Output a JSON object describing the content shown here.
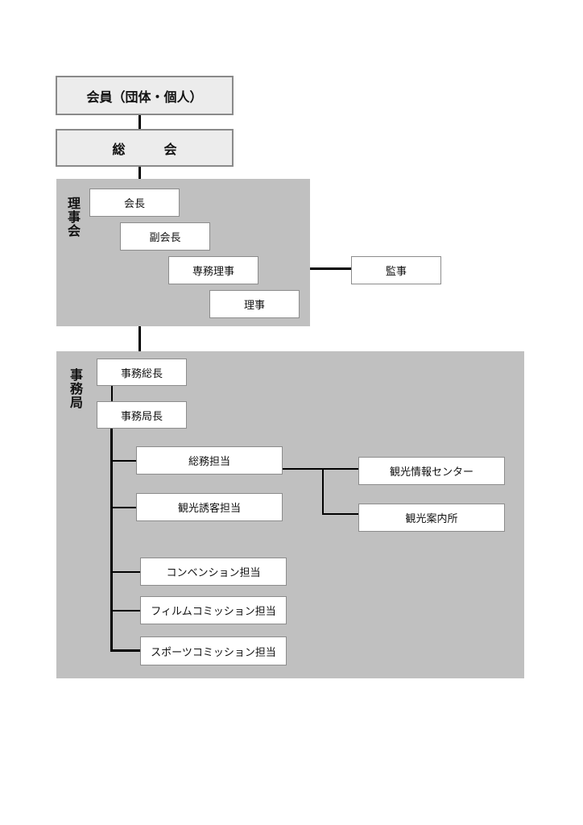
{
  "members": "会員（団体・個人）",
  "general_assembly": "総　会",
  "board": {
    "label": "理事会",
    "chairman": "会長",
    "vice_chairman": "副会長",
    "executive_director": "専務理事",
    "director": "理事",
    "auditor": "監事"
  },
  "secretariat": {
    "label": "事務局",
    "secretary_general": "事務総長",
    "bureau_chief": "事務局長",
    "general_affairs": "総務担当",
    "tourism_attraction": "観光誘客担当",
    "convention": "コンベンション担当",
    "film_commission": "フィルムコミッション担当",
    "sports_commission": "スポーツコミッション担当",
    "tourist_info_center": "観光情報センター",
    "tourist_info_office": "観光案内所"
  }
}
